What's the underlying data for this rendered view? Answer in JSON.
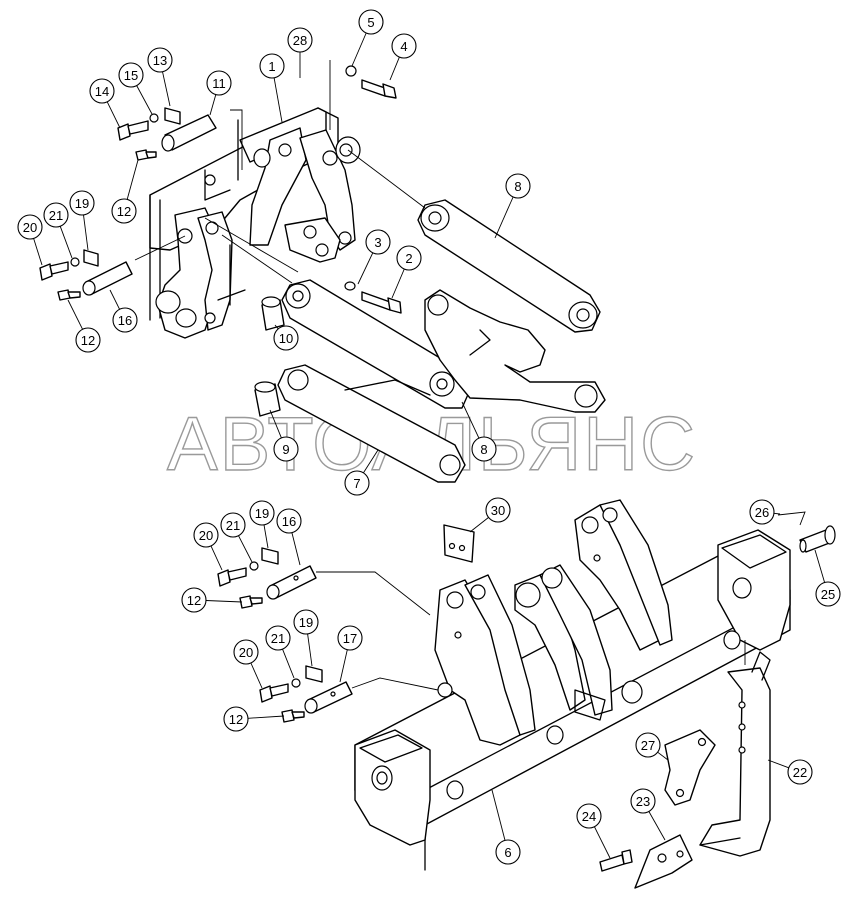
{
  "watermark": "АВТОАЛЬЯНС",
  "callouts": [
    {
      "label": "28"
    },
    {
      "label": "1"
    },
    {
      "label": "5"
    },
    {
      "label": "4"
    },
    {
      "label": "13"
    },
    {
      "label": "15"
    },
    {
      "label": "11"
    },
    {
      "label": "14"
    },
    {
      "label": "12"
    },
    {
      "label": "8"
    },
    {
      "label": "20"
    },
    {
      "label": "21"
    },
    {
      "label": "19"
    },
    {
      "label": "3"
    },
    {
      "label": "2"
    },
    {
      "label": "12"
    },
    {
      "label": "16"
    },
    {
      "label": "10"
    },
    {
      "label": "9"
    },
    {
      "label": "8"
    },
    {
      "label": "7"
    },
    {
      "label": "30"
    },
    {
      "label": "26"
    },
    {
      "label": "20"
    },
    {
      "label": "21"
    },
    {
      "label": "19"
    },
    {
      "label": "16"
    },
    {
      "label": "25"
    },
    {
      "label": "12"
    },
    {
      "label": "20"
    },
    {
      "label": "21"
    },
    {
      "label": "19"
    },
    {
      "label": "17"
    },
    {
      "label": "12"
    },
    {
      "label": "27"
    },
    {
      "label": "22"
    },
    {
      "label": "24"
    },
    {
      "label": "23"
    },
    {
      "label": "6"
    }
  ]
}
